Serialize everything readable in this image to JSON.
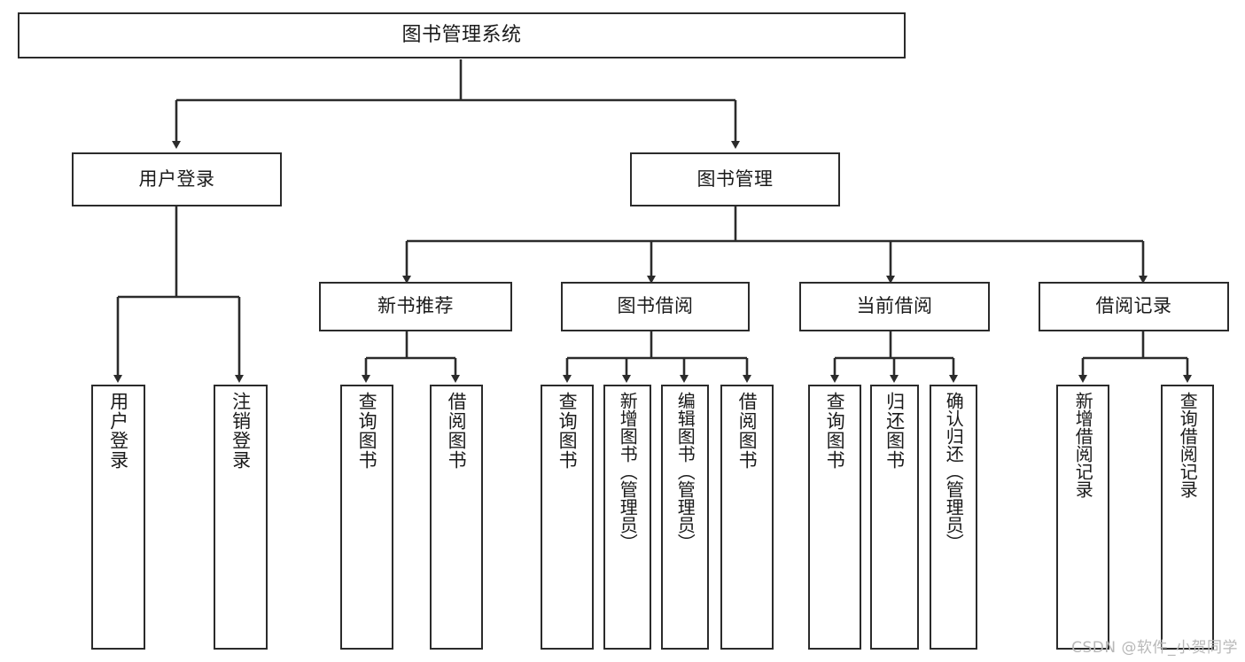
{
  "diagram": {
    "title": "图书管理系统",
    "type": "tree-hierarchy",
    "orientation": "top-down",
    "colors": {
      "background": "#ffffff",
      "box_border": "#2b2b2b",
      "box_fill": "#ffffff",
      "edge": "#2b2b2b",
      "text": "#1a1a1a",
      "watermark": "#b8b8b8"
    }
  },
  "nodes": {
    "root": {
      "label": "图书管理系统"
    },
    "level2": [
      {
        "id": "user-login",
        "label": "用户登录"
      },
      {
        "id": "book-manage",
        "label": "图书管理"
      }
    ],
    "level3": [
      {
        "id": "new-book-recommend",
        "label": "新书推荐"
      },
      {
        "id": "book-borrow",
        "label": "图书借阅"
      },
      {
        "id": "current-borrow",
        "label": "当前借阅"
      },
      {
        "id": "borrow-record",
        "label": "借阅记录"
      }
    ],
    "leaves": {
      "user_login": [
        {
          "id": "leaf-user-login",
          "label": "用户登录"
        },
        {
          "id": "leaf-logout-login",
          "label": "注销登录"
        }
      ],
      "new_book_recommend": [
        {
          "id": "leaf-query-book-1",
          "label": "查询图书"
        },
        {
          "id": "leaf-borrow-book-1",
          "label": "借阅图书"
        }
      ],
      "book_borrow": [
        {
          "id": "leaf-query-book-2",
          "label": "查询图书"
        },
        {
          "id": "leaf-add-book-admin",
          "label": "新增图书（管理员）"
        },
        {
          "id": "leaf-edit-book-admin",
          "label": "编辑图书（管理员）"
        },
        {
          "id": "leaf-borrow-book-2",
          "label": "借阅图书"
        }
      ],
      "current_borrow": [
        {
          "id": "leaf-query-book-3",
          "label": "查询图书"
        },
        {
          "id": "leaf-return-book",
          "label": "归还图书"
        },
        {
          "id": "leaf-confirm-return-admin",
          "label": "确认归还（管理员）"
        }
      ],
      "borrow_record": [
        {
          "id": "leaf-add-borrow-record",
          "label": "新增借阅记录"
        },
        {
          "id": "leaf-query-borrow-record",
          "label": "查询借阅记录"
        }
      ]
    }
  },
  "watermark": {
    "text": "CSDN @软件_小贺同学"
  }
}
